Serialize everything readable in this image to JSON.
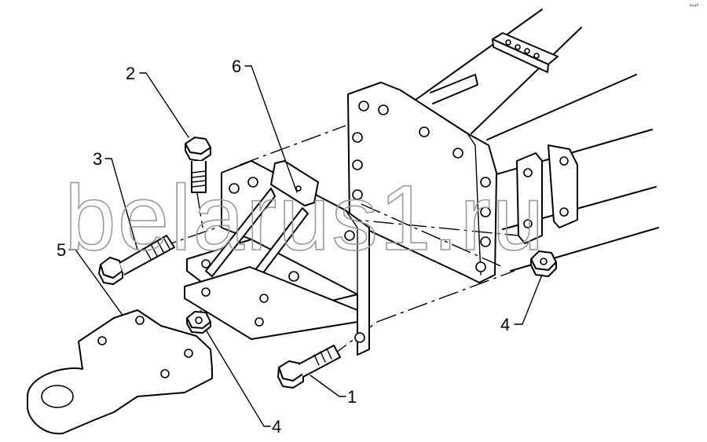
{
  "diagram": {
    "watermark_text": "belarus1.ru",
    "corner_mark": "¹⁴⁴⁰",
    "callouts": [
      {
        "id": "callout-1",
        "label": "1"
      },
      {
        "id": "callout-2",
        "label": "2"
      },
      {
        "id": "callout-3",
        "label": "3"
      },
      {
        "id": "callout-4-left",
        "label": "4"
      },
      {
        "id": "callout-4-right",
        "label": "4"
      },
      {
        "id": "callout-5",
        "label": "5"
      },
      {
        "id": "callout-6",
        "label": "6"
      }
    ]
  }
}
